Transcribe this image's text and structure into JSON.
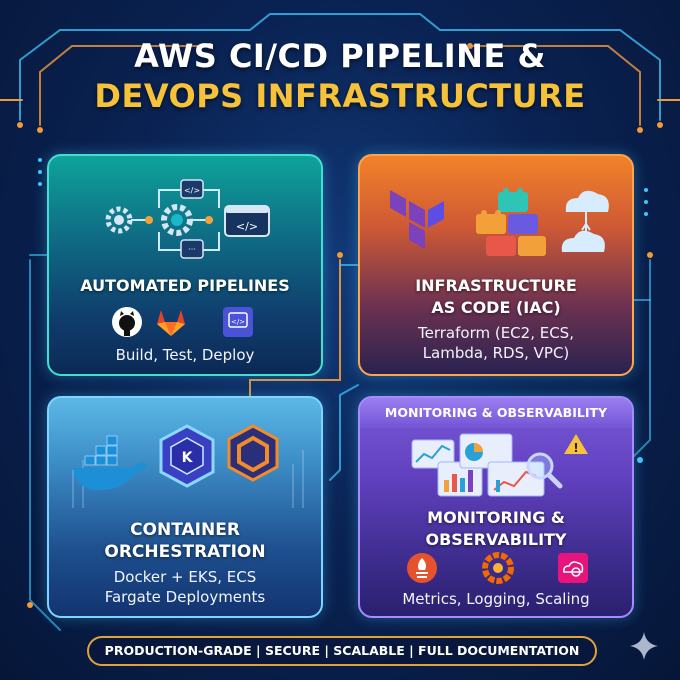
{
  "header": {
    "title_line1": "AWS CI/CD PIPELINE &",
    "title_line2": "DEVOPS INFRASTRUCTURE"
  },
  "cards": {
    "pipelines": {
      "title": "AUTOMATED PIPELINES",
      "subtitle": "Build, Test, Deploy",
      "icons": [
        "gear-icon",
        "code-window-icon",
        "github-icon",
        "gitlab-icon",
        "codepipeline-icon"
      ]
    },
    "iac": {
      "title_line1": "INFRASTRUCTURE",
      "title_line2": "AS CODE (IAC)",
      "subtitle_line1": "Terraform (EC2, ECS,",
      "subtitle_line2": "Lambda, RDS, VPC)",
      "icons": [
        "terraform-icon",
        "building-blocks-icon",
        "cloud-upload-icon"
      ]
    },
    "container": {
      "title_line1": "CONTAINER",
      "title_line2": "ORCHESTRATION",
      "subtitle_line1": "Docker + EKS, ECS",
      "subtitle_line2": "Fargate Deployments",
      "icons": [
        "docker-icon",
        "eks-icon",
        "fargate-icon"
      ]
    },
    "monitoring": {
      "header": "MONITORING & OBSERVABILITY",
      "title_line1": "MONITORING &",
      "title_line2": "OBSERVABILITY",
      "subtitle": "Metrics, Logging, Scaling",
      "icons": [
        "dashboard-icon",
        "warning-icon",
        "magnifier-icon",
        "prometheus-icon",
        "grafana-icon",
        "cloudwatch-icon"
      ]
    }
  },
  "footer": {
    "text": "PRODUCTION-GRADE | SECURE | SCALABLE | FULL DOCUMENTATION"
  },
  "colors": {
    "background": "#0a2354",
    "title_accent": "#f5c23a",
    "pipelines_border": "#3fe0d0",
    "iac_border": "#ffa44a",
    "container_border": "#7ed4ff",
    "monitoring_border": "#a88aff",
    "circuit_orange": "#f29a3a",
    "circuit_cyan": "#3cc8ff"
  }
}
